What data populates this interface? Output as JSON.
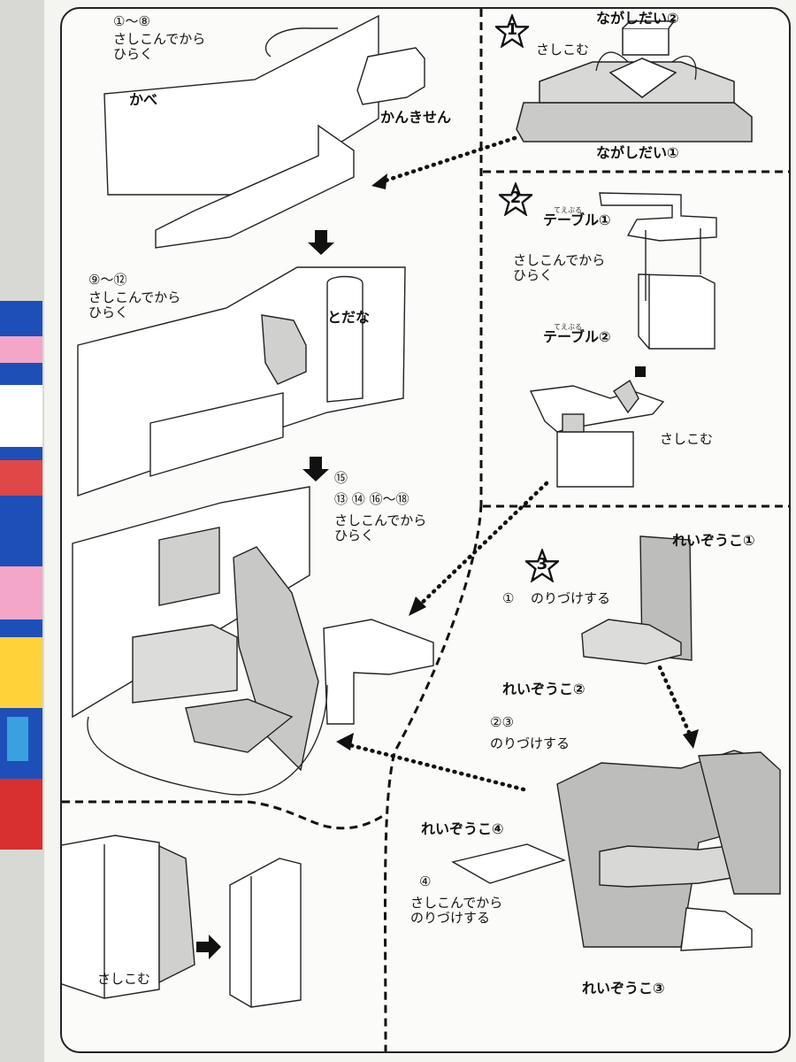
{
  "steps": {
    "s1": {
      "num": "1",
      "part_top": "ながしだい②",
      "insert": "さしこむ",
      "part_bottom": "ながしだい①"
    },
    "s2": {
      "num": "2",
      "table1": "テーブル①",
      "table1_ruby": "てえぶる",
      "instr": "さしこんでから\nひらく",
      "table2": "テーブル②",
      "table2_ruby": "てえぶる",
      "insert": "さしこむ"
    },
    "s3": {
      "num": "3",
      "fridge1": "れいぞうこ①",
      "mark1": "①",
      "glue1": "のりづけする",
      "fridge2": "れいぞうこ②",
      "marks23": "②③",
      "glue23": "のりづけする",
      "fridge4": "れいぞうこ④",
      "mark4": "④",
      "instr4": "さしこんでから\nのりづけする",
      "fridge3": "れいぞうこ③"
    }
  },
  "left": {
    "a": {
      "range": "①～⑧",
      "instr": "さしこんでから\nひらく",
      "wall": "かべ",
      "fan": "かんきせん"
    },
    "b": {
      "range": "⑨～⑫",
      "instr": "さしこんでから\nひらく",
      "cabinet": "とだな"
    },
    "c": {
      "top": "⑮",
      "range": "⑬ ⑭ ⑯～⑱",
      "instr": "さしこんでから\nひらく"
    },
    "d": {
      "insert": "さしこむ"
    }
  },
  "colors": {
    "line": "#222222",
    "fill_gray": "#c8c8c6",
    "page": "#fbfbf9"
  },
  "icons": [
    "star-badge-icon",
    "down-arrow-icon",
    "dotted-arrow-icon"
  ]
}
